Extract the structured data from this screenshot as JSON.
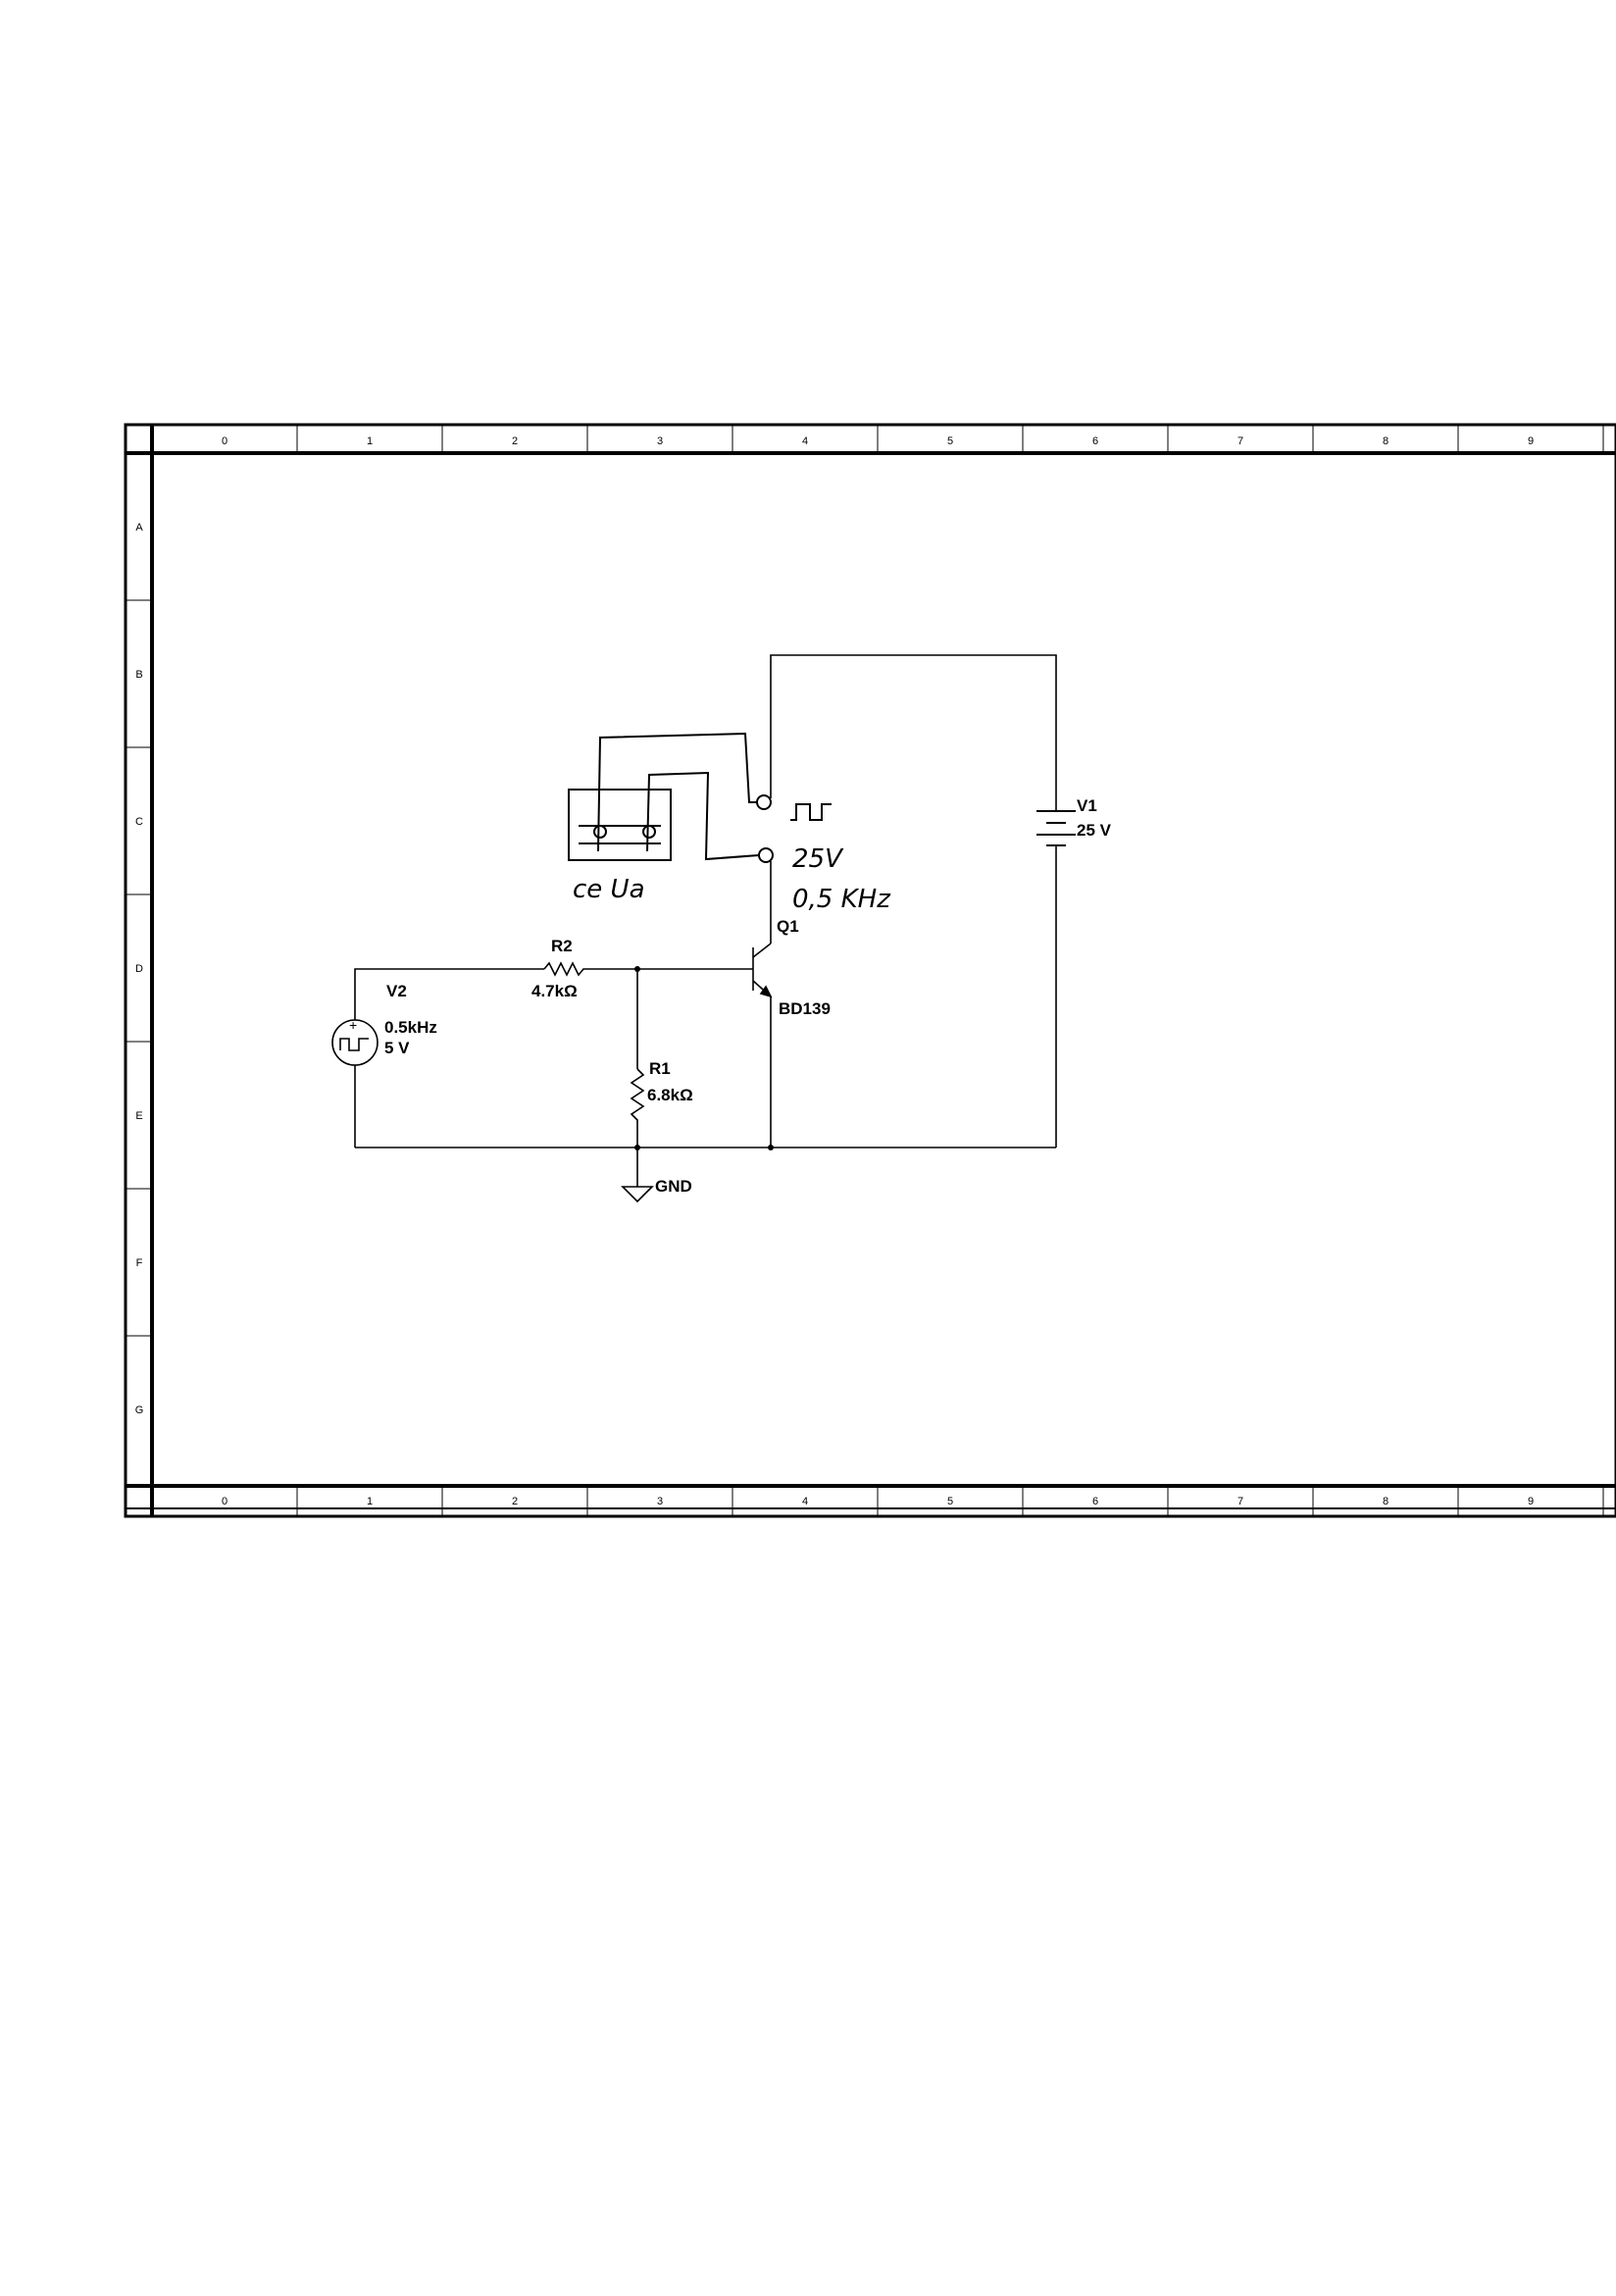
{
  "sheet": {
    "columns": [
      "0",
      "1",
      "2",
      "3",
      "4",
      "5",
      "6",
      "7",
      "8",
      "9"
    ],
    "rows": [
      "A",
      "B",
      "C",
      "D",
      "E",
      "F",
      "G"
    ]
  },
  "components": {
    "v1": {
      "ref": "V1",
      "value": "25 V"
    },
    "v2": {
      "ref": "V2",
      "freq": "0.5kHz",
      "value": "5 V",
      "polarity": "+"
    },
    "r1": {
      "ref": "R1",
      "value": "6.8kΩ"
    },
    "r2": {
      "ref": "R2",
      "value": "4.7kΩ"
    },
    "q1": {
      "ref": "Q1",
      "model": "BD139"
    },
    "gnd": {
      "label": "GND"
    }
  },
  "annotations": {
    "voltage": "25V",
    "frequency": "0,5 KHz",
    "scope": "ce Ua"
  }
}
